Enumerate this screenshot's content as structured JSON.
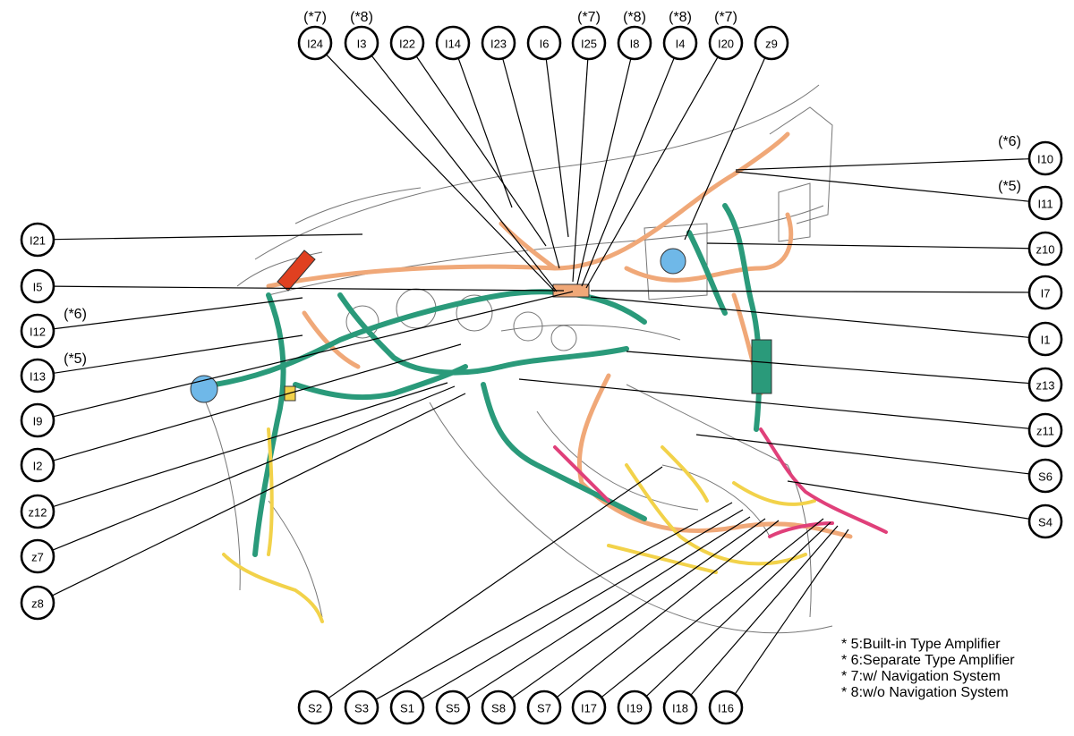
{
  "colors": {
    "green_harness": "#2a9a7a",
    "orange_harness": "#f0a878",
    "yellow_harness": "#f2d24a",
    "pink_harness": "#e0407a",
    "blue_part": "#6fb8e8",
    "red_part": "#e04020",
    "outline": "#777777"
  },
  "callouts": [
    {
      "id": "I24",
      "label": "I24",
      "note": "(*7)"
    },
    {
      "id": "I3",
      "label": "I3",
      "note": "(*8)"
    },
    {
      "id": "I22",
      "label": "I22",
      "note": ""
    },
    {
      "id": "I14",
      "label": "I14",
      "note": ""
    },
    {
      "id": "I23",
      "label": "I23",
      "note": ""
    },
    {
      "id": "I6",
      "label": "I6",
      "note": ""
    },
    {
      "id": "I25",
      "label": "I25",
      "note": "(*7)"
    },
    {
      "id": "I8",
      "label": "I8",
      "note": "(*8)"
    },
    {
      "id": "I4",
      "label": "I4",
      "note": "(*8)"
    },
    {
      "id": "I20",
      "label": "I20",
      "note": "(*7)"
    },
    {
      "id": "z9",
      "label": "z9",
      "note": ""
    },
    {
      "id": "I21",
      "label": "I21",
      "note": ""
    },
    {
      "id": "I5",
      "label": "I5",
      "note": ""
    },
    {
      "id": "I12",
      "label": "I12",
      "note": "(*6)"
    },
    {
      "id": "I13",
      "label": "I13",
      "note": "(*5)"
    },
    {
      "id": "I9",
      "label": "I9",
      "note": ""
    },
    {
      "id": "I2",
      "label": "I2",
      "note": ""
    },
    {
      "id": "z12",
      "label": "z12",
      "note": ""
    },
    {
      "id": "z7",
      "label": "z7",
      "note": ""
    },
    {
      "id": "z8",
      "label": "z8",
      "note": ""
    },
    {
      "id": "I10",
      "label": "I10",
      "note": "(*6)"
    },
    {
      "id": "I11",
      "label": "I11",
      "note": "(*5)"
    },
    {
      "id": "z10",
      "label": "z10",
      "note": ""
    },
    {
      "id": "I7",
      "label": "I7",
      "note": ""
    },
    {
      "id": "I1",
      "label": "I1",
      "note": ""
    },
    {
      "id": "z13",
      "label": "z13",
      "note": ""
    },
    {
      "id": "z11",
      "label": "z11",
      "note": ""
    },
    {
      "id": "S6",
      "label": "S6",
      "note": ""
    },
    {
      "id": "S4",
      "label": "S4",
      "note": ""
    },
    {
      "id": "S2",
      "label": "S2",
      "note": ""
    },
    {
      "id": "S3",
      "label": "S3",
      "note": ""
    },
    {
      "id": "S1",
      "label": "S1",
      "note": ""
    },
    {
      "id": "S5",
      "label": "S5",
      "note": ""
    },
    {
      "id": "S8",
      "label": "S8",
      "note": ""
    },
    {
      "id": "S7",
      "label": "S7",
      "note": ""
    },
    {
      "id": "I17",
      "label": "I17",
      "note": ""
    },
    {
      "id": "I19",
      "label": "I19",
      "note": ""
    },
    {
      "id": "I18",
      "label": "I18",
      "note": ""
    },
    {
      "id": "I16",
      "label": "I16",
      "note": ""
    }
  ],
  "legend": [
    "* 5:Built-in Type Amplifier",
    "* 6:Separate Type Amplifier",
    "* 7:w/ Navigation System",
    "* 8:w/o Navigation System"
  ]
}
